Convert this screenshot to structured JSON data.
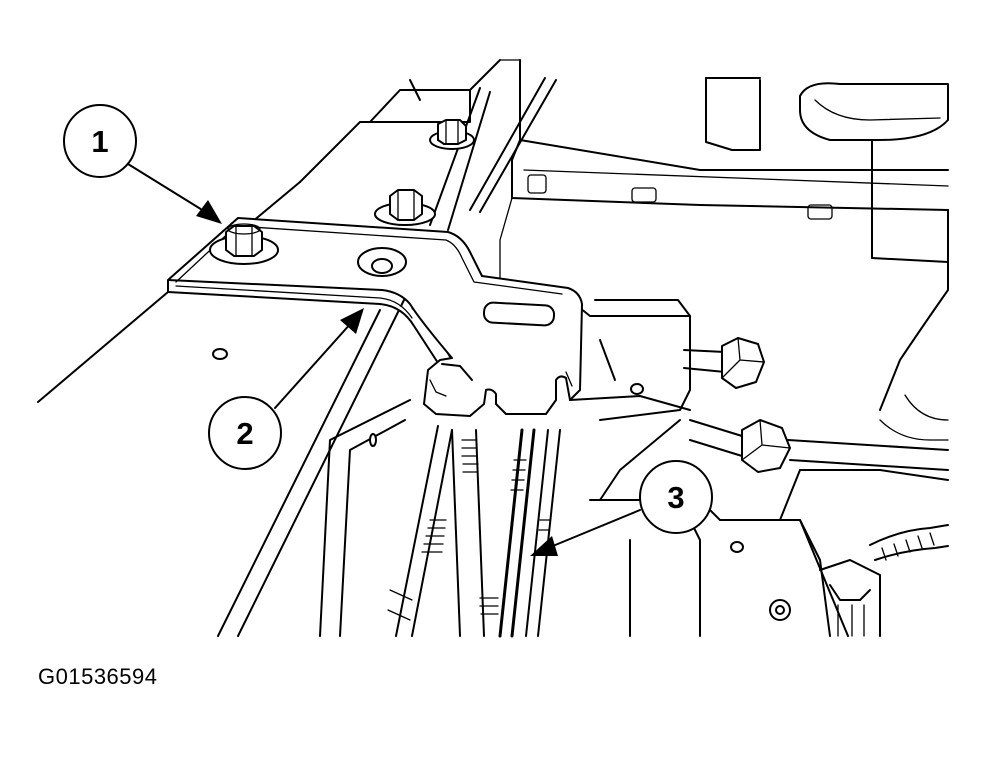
{
  "figure_code": "G01536594",
  "callouts": [
    {
      "number": "1"
    },
    {
      "number": "2"
    },
    {
      "number": "3"
    }
  ]
}
